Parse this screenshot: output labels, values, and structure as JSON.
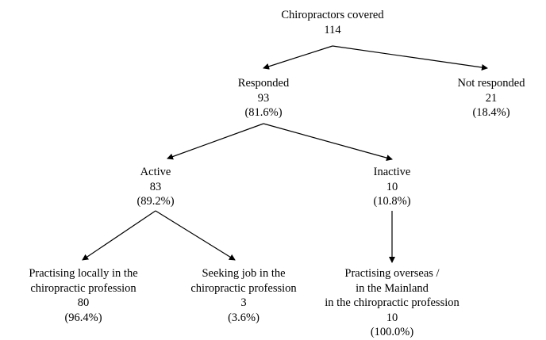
{
  "nodes": {
    "root": {
      "lines": [
        "Chiropractors covered",
        "114"
      ]
    },
    "responded": {
      "lines": [
        "Responded",
        "93",
        "(81.6%)"
      ]
    },
    "not_responded": {
      "lines": [
        "Not responded",
        "21",
        "(18.4%)"
      ]
    },
    "active": {
      "lines": [
        "Active",
        "83",
        "(89.2%)"
      ]
    },
    "inactive": {
      "lines": [
        "Inactive",
        "10",
        "(10.8%)"
      ]
    },
    "practising_local": {
      "lines": [
        "Practising locally in the",
        "chiropractic profession",
        "80",
        "(96.4%)"
      ]
    },
    "seeking_job": {
      "lines": [
        "Seeking job in the",
        "chiropractic profession",
        "3",
        "(3.6%)"
      ]
    },
    "practising_overseas": {
      "lines": [
        "Practising overseas /",
        "in the Mainland",
        "in the chiropractic profession",
        "10",
        "(100.0%)"
      ]
    }
  },
  "edge_color": "#000000"
}
